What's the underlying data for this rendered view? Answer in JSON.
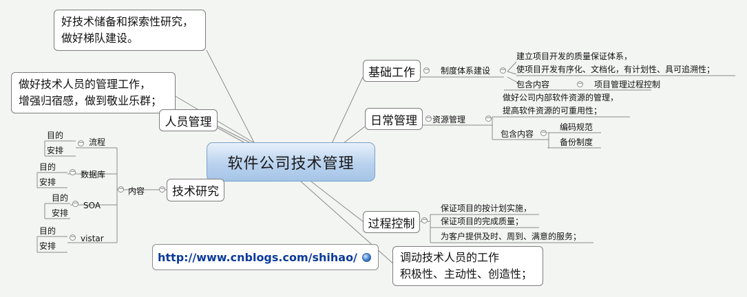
{
  "central": "软件公司技术管理",
  "url": "http://www.cnblogs.com/shihao/",
  "notes": {
    "top": [
      "好技术储备和探索性研究，",
      "做好梯队建设。"
    ],
    "people": [
      "做好技术人员的管理工作，",
      "增强归宿感，做到敬业乐群；"
    ],
    "motivate": [
      "调动技术人员的工作",
      "积极性、主动性、创造性；"
    ]
  },
  "people_mgmt": "人员管理",
  "tech_research": {
    "label": "技术研究",
    "content": "内容",
    "items": [
      {
        "name": "流程",
        "subs": [
          "目的",
          "安排"
        ]
      },
      {
        "name": "数据库",
        "subs": [
          "目的",
          "安排"
        ]
      },
      {
        "name": "SOA",
        "subs": [
          "目的",
          "安排"
        ]
      },
      {
        "name": "vistar",
        "subs": [
          "目的",
          "安排"
        ]
      }
    ]
  },
  "basic_work": {
    "label": "基础工作",
    "system": "制度体系建设",
    "lines": [
      "建立项目开发的质量保证体系，",
      "使项目开发有序化、文档化，有计划性、具可追溯性；"
    ],
    "contains": "包含内容",
    "contains_item": "项目管理过程控制"
  },
  "daily_mgmt": {
    "label": "日常管理",
    "resource": "资源管理",
    "lines": [
      "做好公司内部软件资源的管理，",
      "提高软件资源的可重用性；"
    ],
    "contains": "包含内容",
    "items": [
      "编码规范",
      "备份制度"
    ]
  },
  "process_ctrl": {
    "label": "过程控制",
    "lines": [
      "保证项目的按计划实施，",
      "保证项目的完成质量；",
      "为客户提供及时、周到、满意的服务；"
    ]
  },
  "colors": {
    "line": "#8a8a8a",
    "central_top": "#e8f1fb",
    "central_bottom": "#a6c5e7",
    "url": "#0b3a9a"
  }
}
